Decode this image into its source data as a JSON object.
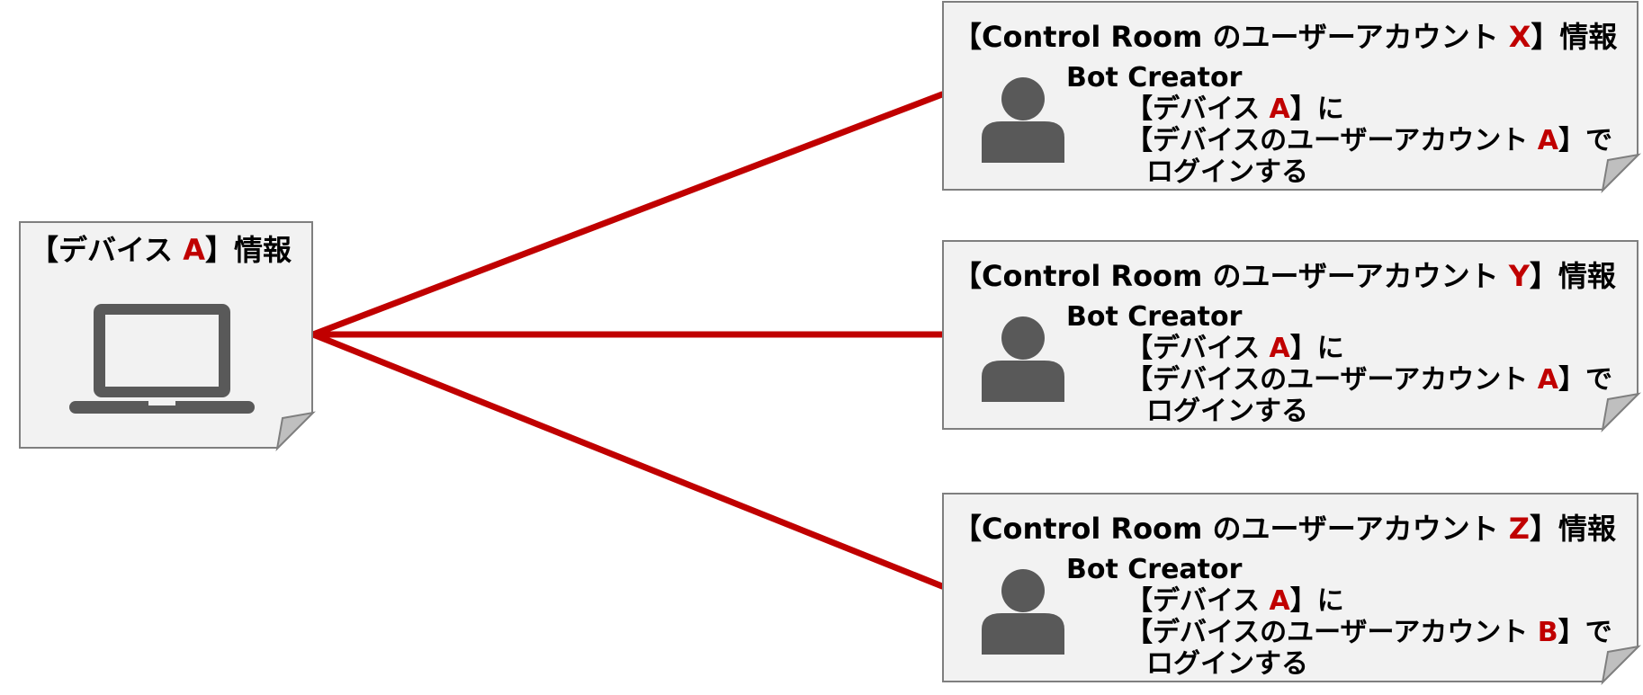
{
  "colors": {
    "accent": "#c00000",
    "card_bg": "#f2f2f2",
    "card_border": "#7f7f7f",
    "icon": "#595959"
  },
  "device": {
    "title_prefix": "【デバイス ",
    "title_key": "A",
    "title_suffix": "】情報",
    "icon": "laptop-icon"
  },
  "accounts": [
    {
      "title_prefix": "【Control Room のユーザーアカウント ",
      "title_key": "X",
      "title_suffix": "】情報",
      "icon": "user-icon",
      "role": "Bot Creator",
      "line1_prefix": "【デバイス ",
      "line1_key": "A",
      "line1_suffix": "】に",
      "line2_prefix": "【デバイスのユーザーアカウント ",
      "line2_key": "A",
      "line2_suffix": "】で",
      "line3": "ログインする"
    },
    {
      "title_prefix": "【Control Room のユーザーアカウント ",
      "title_key": "Y",
      "title_suffix": "】情報",
      "icon": "user-icon",
      "role": "Bot Creator",
      "line1_prefix": "【デバイス ",
      "line1_key": "A",
      "line1_suffix": "】に",
      "line2_prefix": "【デバイスのユーザーアカウント ",
      "line2_key": "A",
      "line2_suffix": "】で",
      "line3": "ログインする"
    },
    {
      "title_prefix": "【Control Room のユーザーアカウント ",
      "title_key": "Z",
      "title_suffix": "】情報",
      "icon": "user-icon",
      "role": "Bot Creator",
      "line1_prefix": "【デバイス ",
      "line1_key": "A",
      "line1_suffix": "】に",
      "line2_prefix": "【デバイスのユーザーアカウント ",
      "line2_key": "B",
      "line2_suffix": "】で",
      "line3": "ログインする"
    }
  ]
}
